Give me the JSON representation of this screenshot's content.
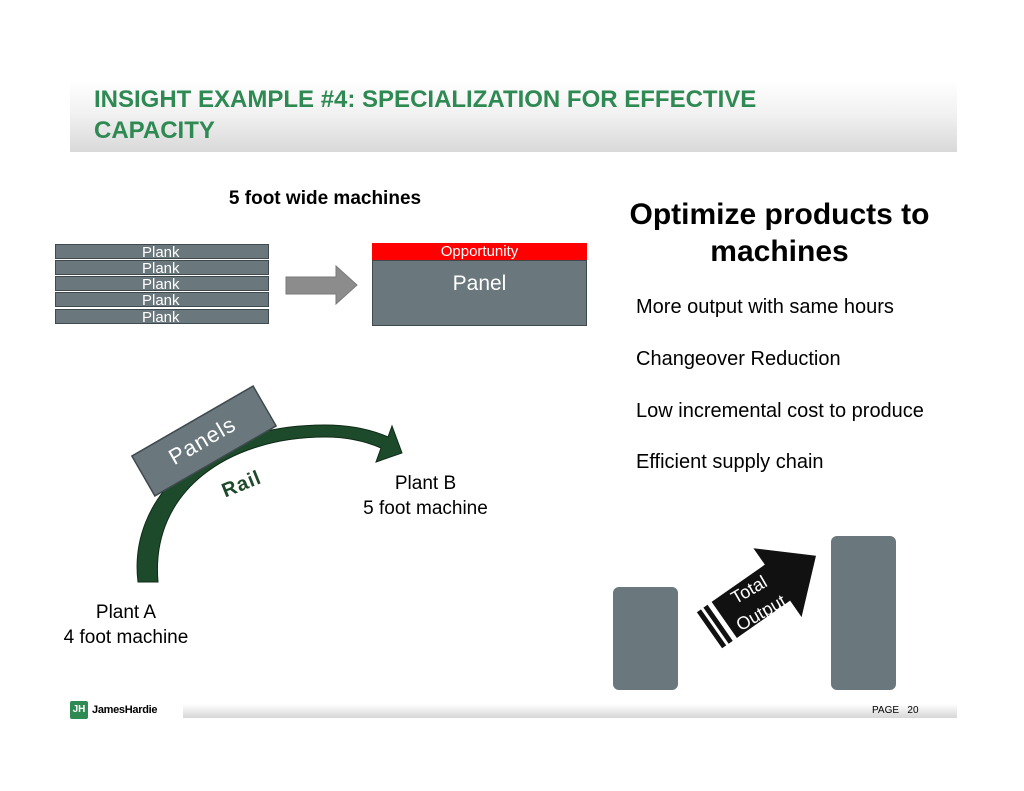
{
  "title": {
    "line1": "INSIGHT EXAMPLE #4: SPECIALIZATION FOR EFFECTIVE",
    "line2": "CAPACITY"
  },
  "left_diagram": {
    "heading": "5 foot wide machines",
    "planks": [
      "Plank",
      "Plank",
      "Plank",
      "Plank",
      "Plank"
    ],
    "opportunity_label": "Opportunity",
    "panel_label": "Panel",
    "panels_label": "Panels",
    "rail_label": "Rail",
    "plant_a": {
      "name": "Plant A",
      "machine": "4 foot machine"
    },
    "plant_b": {
      "name": "Plant B",
      "machine": "5 foot machine"
    }
  },
  "right_panel": {
    "heading_line1": "Optimize products to",
    "heading_line2": "machines",
    "bullets": [
      "More output with same hours",
      "Changeover Reduction",
      "Low incremental cost to produce",
      "Efficient supply chain"
    ],
    "total_output_line1": "Total",
    "total_output_line2": "Output"
  },
  "footer": {
    "logo_text": "JamesHardie",
    "logo_mark": "JH",
    "page_label": "PAGE",
    "page_number": "20"
  },
  "colors": {
    "title_green": "#2e8a52",
    "box_gray": "#6a777c",
    "opportunity_red": "#ff0000",
    "rail_green": "#1d4a2a"
  },
  "icons": {
    "right-arrow": "gray block arrow",
    "total-output-arrow": "black striped block arrow"
  }
}
